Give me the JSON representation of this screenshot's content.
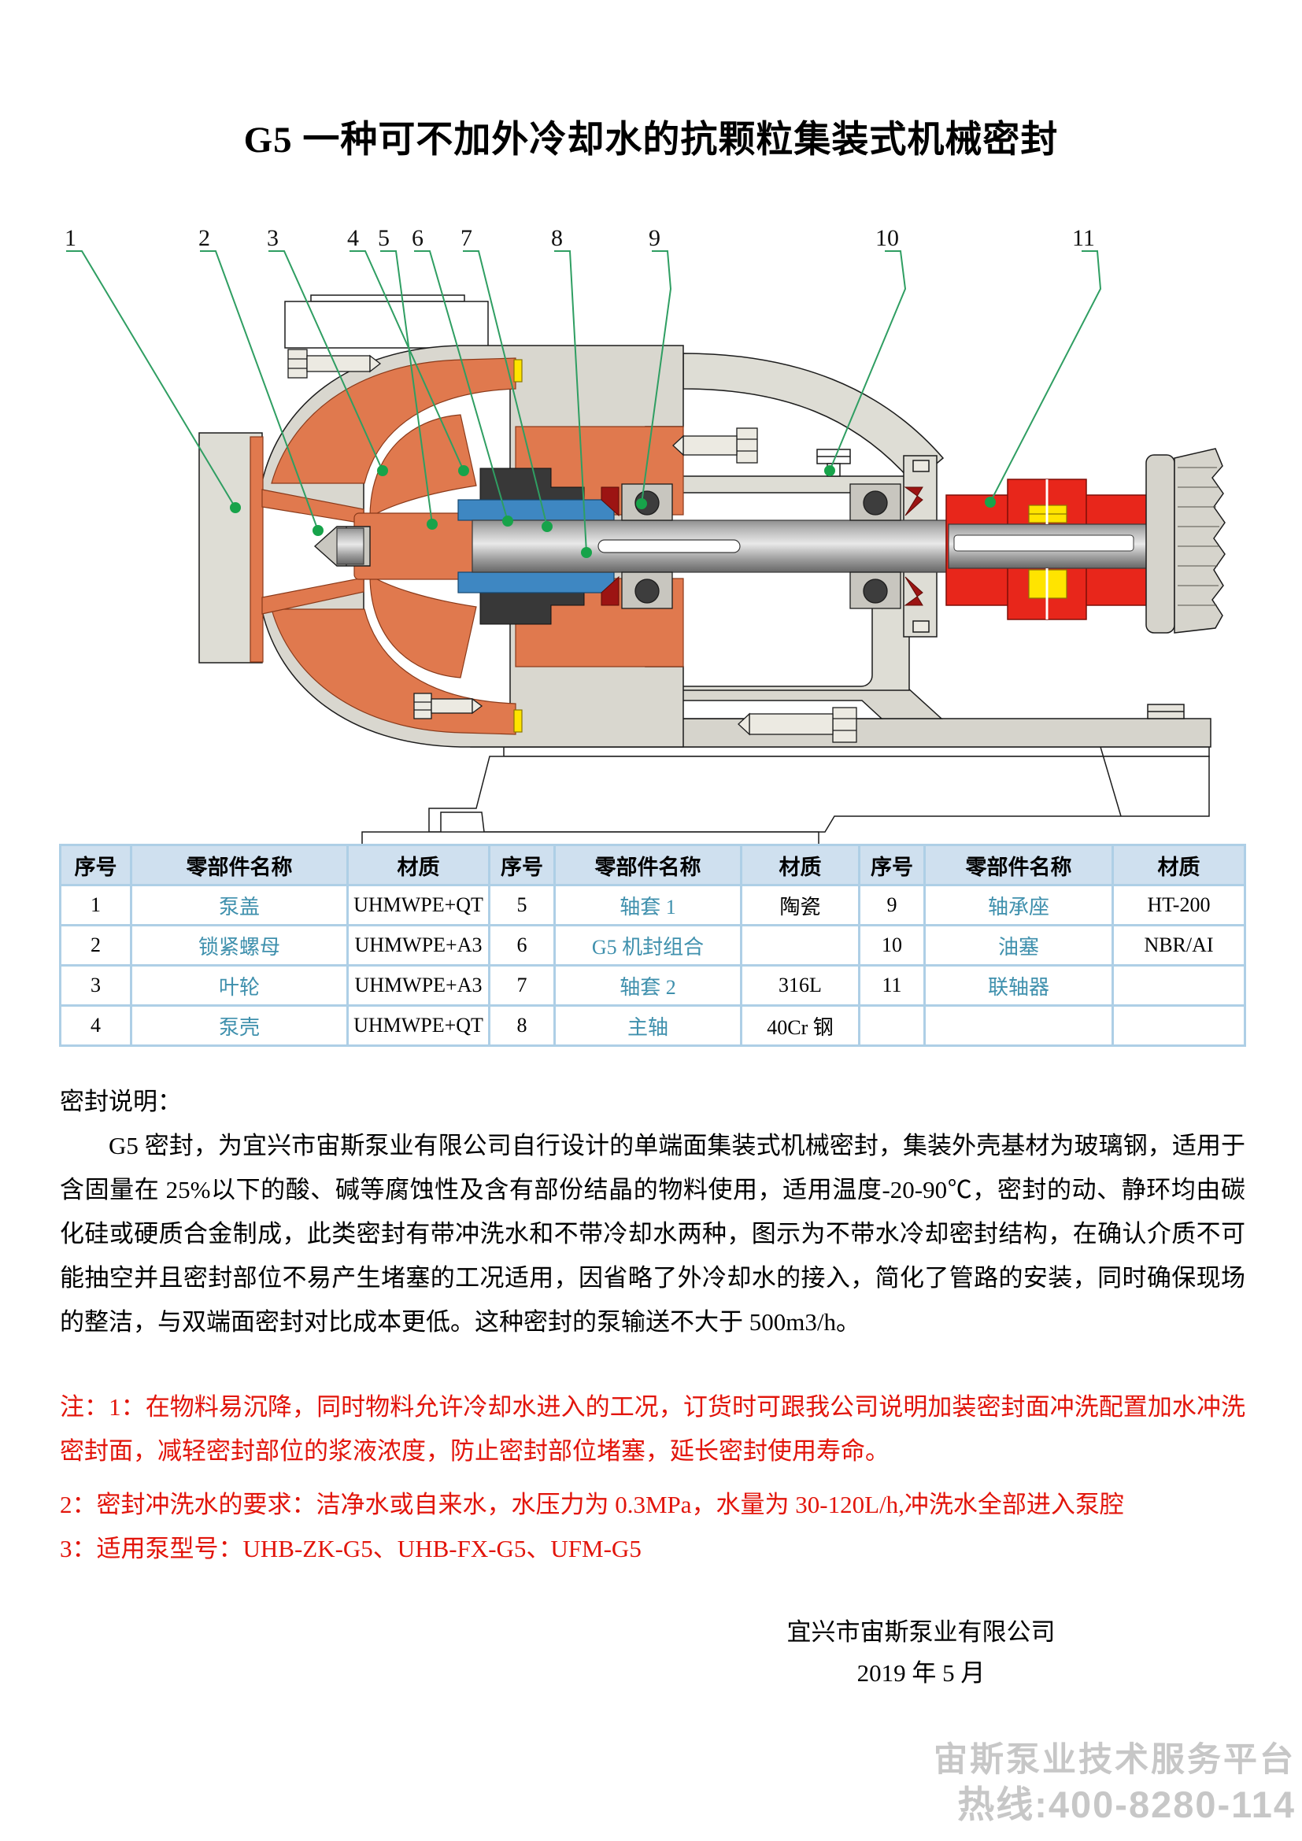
{
  "title": "G5 一种可不加外冷却水的抗颗粒集装式机械密封",
  "diagram": {
    "callouts": [
      {
        "n": "1"
      },
      {
        "n": "2"
      },
      {
        "n": "3"
      },
      {
        "n": "4"
      },
      {
        "n": "5"
      },
      {
        "n": "6"
      },
      {
        "n": "7"
      },
      {
        "n": "8"
      },
      {
        "n": "9"
      },
      {
        "n": "10"
      },
      {
        "n": "11"
      }
    ]
  },
  "table": {
    "headers": [
      "序号",
      "零部件名称",
      "材质",
      "序号",
      "零部件名称",
      "材质",
      "序号",
      "零部件名称",
      "材质"
    ],
    "rows": [
      [
        "1",
        "泵盖",
        "UHMWPE+QT",
        "5",
        "轴套 1",
        "陶瓷",
        "9",
        "轴承座",
        "HT-200"
      ],
      [
        "2",
        "锁紧螺母",
        "UHMWPE+A3",
        "6",
        "G5 机封组合",
        "",
        "10",
        "油塞",
        "NBR/AI"
      ],
      [
        "3",
        "叶轮",
        "UHMWPE+A3",
        "7",
        "轴套 2",
        "316L",
        "11",
        "联轴器",
        ""
      ],
      [
        "4",
        "泵壳",
        "UHMWPE+QT",
        "8",
        "主轴",
        "40Cr 钢",
        "",
        "",
        ""
      ]
    ]
  },
  "seal_notes": {
    "heading": "密封说明：",
    "paragraph": "G5 密封，为宜兴市宙斯泵业有限公司自行设计的单端面集装式机械密封，集装外壳基材为玻璃钢，适用于含固量在 25%以下的酸、碱等腐蚀性及含有部份结晶的物料使用，适用温度-20-90℃，密封的动、静环均由碳化硅或硬质合金制成，此类密封有带冲洗水和不带冷却水两种，图示为不带水冷却密封结构，在确认介质不可能抽空并且密封部位不易产生堵塞的工况适用，因省略了外冷却水的接入，简化了管路的安装，同时确保现场的整洁，与双端面密封对比成本更低。这种密封的泵输送不大于 500m3/h。"
  },
  "red_notes": {
    "note1": "注：1：在物料易沉降，同时物料允许冷却水进入的工况，订货时可跟我公司说明加装密封面冲洗配置加水冲洗密封面，减轻密封部位的浆液浓度，防止密封部位堵塞，延长密封使用寿命。",
    "note2": "2：密封冲洗水的要求：洁净水或自来水，水压力为 0.3MPa，水量为 30-120L/h,冲洗水全部进入泵腔",
    "note3": "3：适用泵型号：UHB-ZK-G5、UHB-FX-G5、UFM-G5"
  },
  "footer": {
    "company": "宜兴市宙斯泵业有限公司",
    "date": "2019 年 5 月"
  },
  "watermark": {
    "line1": "宙斯泵业技术服务平台",
    "line2": "热线:400-8280-114"
  },
  "colors": {
    "note_red": "#e2140a",
    "part_name_blue": "#3f90ad",
    "table_border": "#aecfe6",
    "table_header_bg": "#cfe0ef",
    "casing_orange": "#e0794e",
    "sleeve_blue": "#3e87c2",
    "coupling_red": "#e8261b",
    "key_yellow": "#ffe400",
    "leader_green": "#2f9e62"
  }
}
